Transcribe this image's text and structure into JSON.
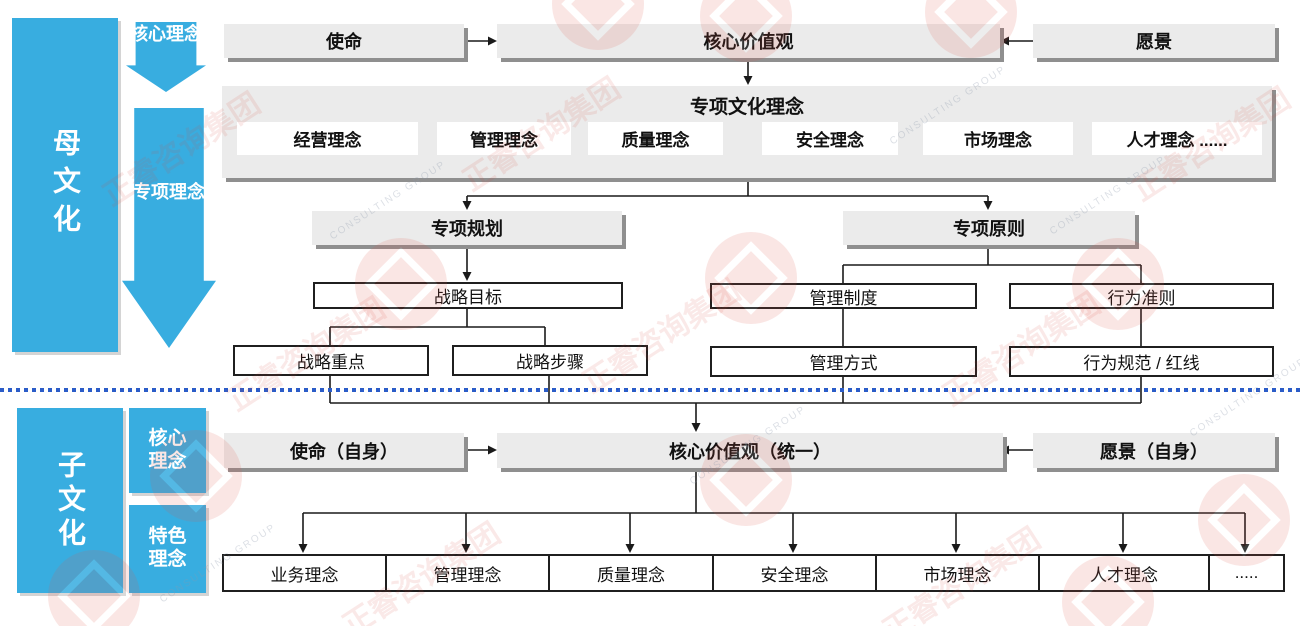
{
  "palette": {
    "blue": "#38ade0",
    "box_gray": "#ebebeb",
    "shadow_gray": "#8f8f8f",
    "line_black": "#1a1a1a",
    "dotted_blue": "#2b5cc8",
    "watermark_red": "#d8453a"
  },
  "left": {
    "mother_label": "母文化",
    "core_arrow_label": "核心理念",
    "special_arrow_label": "专项理念",
    "child_label": "子文化",
    "child_core_label": "核心理念",
    "child_feature_label": "特色理念"
  },
  "top": {
    "mission": "使命",
    "core_values": "核心价值观",
    "vision": "愿景",
    "special_culture": {
      "title": "专项文化理念",
      "items": [
        "经营理念",
        "管理理念",
        "质量理念",
        "安全理念",
        "市场理念",
        "人才理念  ......"
      ]
    },
    "planning": {
      "title": "专项规划",
      "goal": "战略目标",
      "focus": "战略重点",
      "steps": "战略步骤"
    },
    "principles": {
      "title": "专项原则",
      "system": "管理制度",
      "conduct": "行为准则",
      "method": "管理方式",
      "norms": "行为规范 / 红线"
    }
  },
  "bottom": {
    "mission": "使命（自身）",
    "core_values": "核心价值观（统一）",
    "vision": "愿景（自身）",
    "items": [
      "业务理念",
      "管理理念",
      "质量理念",
      "安全理念",
      "市场理念",
      "人才理念",
      "....."
    ]
  },
  "watermark": {
    "brand": "正睿咨询集团",
    "sub": "CONSULTING GROUP"
  }
}
